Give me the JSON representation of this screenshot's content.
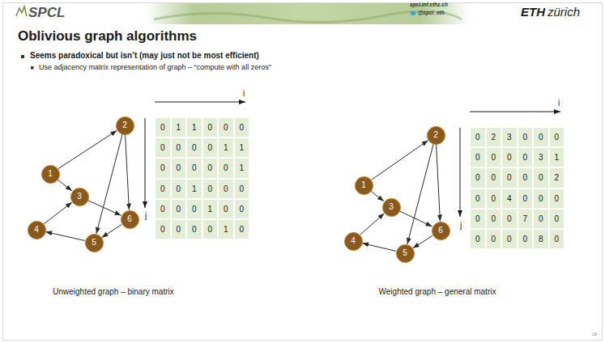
{
  "diagram": {
    "title": "Oblivious graph algorithms",
    "nodes": [
      {
        "text": [
          "1"
        ]
      },
      {
        "text": [
          "2"
        ]
      },
      {
        "text": [
          "3"
        ]
      },
      {
        "text": [
          "4"
        ]
      },
      {
        "text": [
          "5"
        ]
      },
      {
        "text": [
          "6"
        ]
      },
      {
        "text": [
          "1"
        ]
      },
      {
        "text": [
          "2"
        ]
      },
      {
        "text": [
          "3"
        ]
      },
      {
        "text": [
          "4"
        ]
      },
      {
        "text": [
          "5"
        ]
      },
      {
        "text": [
          "6"
        ]
      }
    ],
    "edges": [
      {
        "from": 0,
        "to": 1,
        "arrow": "to"
      },
      {
        "from": 0,
        "to": 2,
        "arrow": "to"
      },
      {
        "from": 1,
        "to": 4,
        "arrow": "to"
      },
      {
        "from": 1,
        "to": 5,
        "arrow": "to"
      },
      {
        "from": 2,
        "to": 5,
        "arrow": "to"
      },
      {
        "from": 3,
        "to": 2,
        "arrow": "to"
      },
      {
        "from": 4,
        "to": 3,
        "arrow": "to"
      },
      {
        "from": 5,
        "to": 4,
        "arrow": "to"
      },
      {
        "from": 6,
        "to": 7,
        "arrow": "to"
      },
      {
        "from": 6,
        "to": 8,
        "arrow": "to"
      },
      {
        "from": 7,
        "to": 10,
        "arrow": "to"
      },
      {
        "from": 7,
        "to": 11,
        "arrow": "to"
      },
      {
        "from": 8,
        "to": 11,
        "arrow": "to"
      },
      {
        "from": 9,
        "to": 8,
        "arrow": "to"
      },
      {
        "from": 10,
        "to": 9,
        "arrow": "to"
      },
      {
        "from": 11,
        "to": 10,
        "arrow": "to"
      }
    ],
    "labels": [
      "SPCL",
      "spcl.inf.ethz.ch",
      "@spcl_eth",
      "ETH",
      "zürich",
      "Seems paradoxical but isn’t (may just not be most efficient)",
      "Use adjacency matrix representation of graph – “compute with all zeros”",
      "i",
      "j",
      "0",
      "1",
      "1",
      "0",
      "0",
      "0",
      "0",
      "0",
      "0",
      "0",
      "1",
      "1",
      "0",
      "0",
      "0",
      "0",
      "0",
      "1",
      "0",
      "0",
      "1",
      "0",
      "0",
      "0",
      "0",
      "0",
      "0",
      "1",
      "0",
      "0",
      "0",
      "0",
      "0",
      "0",
      "1",
      "0",
      "Unweighted graph – binary matrix",
      "i",
      "j",
      "0",
      "2",
      "3",
      "0",
      "0",
      "0",
      "0",
      "0",
      "0",
      "0",
      "3",
      "1",
      "0",
      "0",
      "0",
      "0",
      "0",
      "2",
      "0",
      "0",
      "4",
      "0",
      "0",
      "0",
      "0",
      "0",
      "0",
      "7",
      "0",
      "0",
      "0",
      "0",
      "0",
      "0",
      "8",
      "0",
      "Weighted graph – general matrix",
      "19"
    ]
  }
}
